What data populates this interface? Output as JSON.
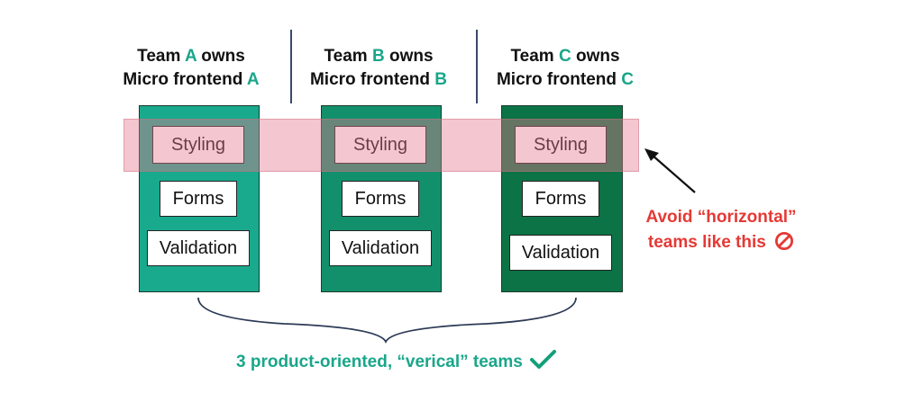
{
  "teams": [
    {
      "title_prefix": "Team ",
      "letter": "A",
      "title_suffix": " owns",
      "line2_prefix": "Micro frontend ",
      "line2_letter": "A",
      "boxes": [
        "Styling",
        "Forms",
        "Validation"
      ]
    },
    {
      "title_prefix": "Team ",
      "letter": "B",
      "title_suffix": " owns",
      "line2_prefix": "Micro frontend ",
      "line2_letter": "B",
      "boxes": [
        "Styling",
        "Forms",
        "Validation"
      ]
    },
    {
      "title_prefix": "Team ",
      "letter": "C",
      "title_suffix": " owns",
      "line2_prefix": "Micro frontend ",
      "line2_letter": "C",
      "boxes": [
        "Styling",
        "Forms",
        "Validation"
      ]
    }
  ],
  "avoid": {
    "line1": "Avoid “horizontal”",
    "line2": "teams like this"
  },
  "vertical_caption": "3 product-oriented, “verical” teams",
  "colors": {
    "accent": "#1aa68a",
    "column_a": "#19a98d",
    "column_b": "#12906c",
    "column_c": "#0b7345",
    "band": "#f3b8c3",
    "warning": "#e53935",
    "check": "#139f7a"
  },
  "icons": {
    "warning": "prohibited-icon",
    "check": "checkmark-icon",
    "arrow": "arrow-icon",
    "brace": "curly-brace-icon"
  }
}
